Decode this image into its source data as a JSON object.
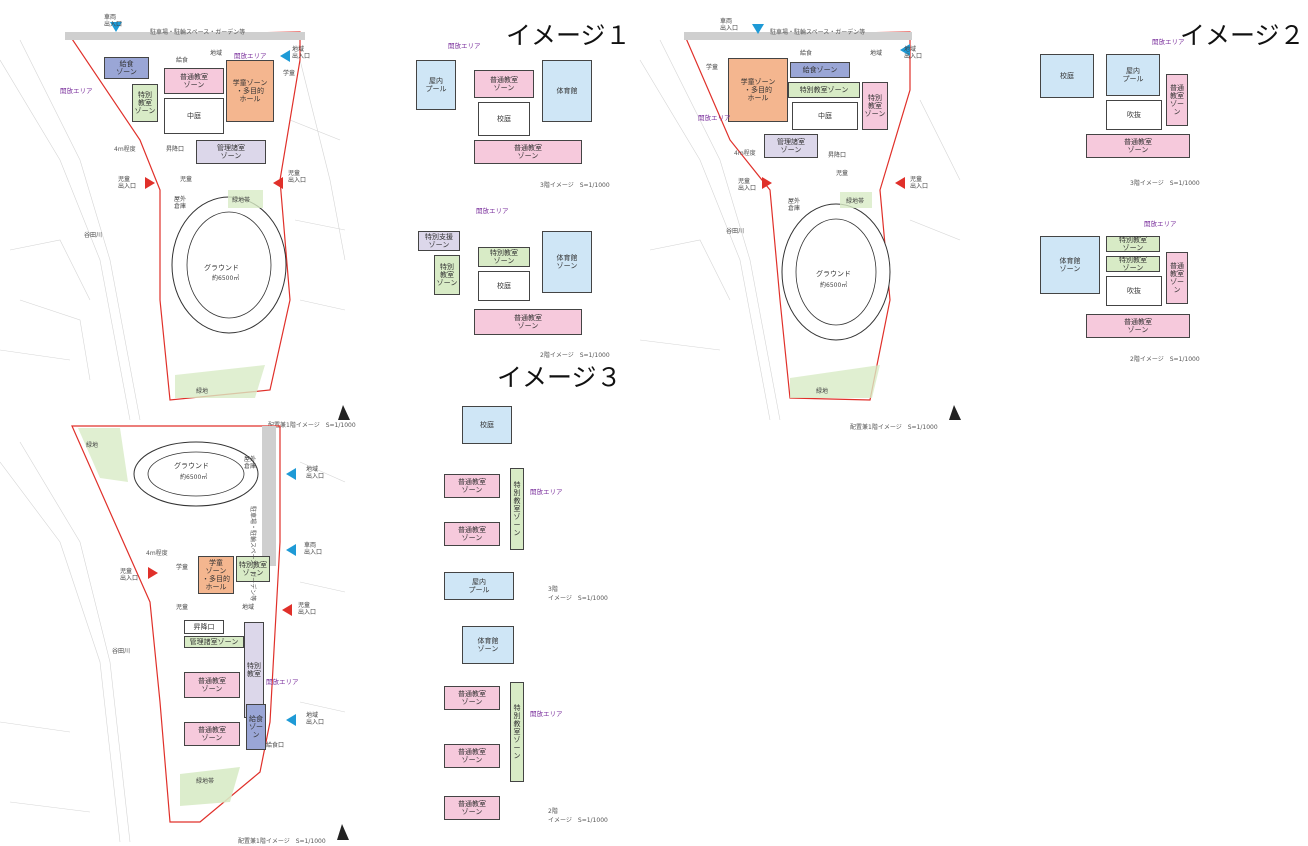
{
  "titles": {
    "image1": "イメージ１",
    "image2": "イメージ２",
    "image3": "イメージ３"
  },
  "captions": {
    "img1_3f": "3階イメージ　S=1/1000",
    "img1_2f": "2階イメージ　S=1/1000",
    "img1_site": "配置兼1階イメージ　S=1/1000",
    "img2_3f": "3階イメージ　S=1/1000",
    "img2_2f": "2階イメージ　S=1/1000",
    "img2_site": "配置兼1階イメージ　S=1/1000",
    "img3_3f": "3階\nイメージ　S=1/1000",
    "img3_2f": "2階\nイメージ　S=1/1000",
    "img3_site": "配置兼1階イメージ　S=1/1000"
  },
  "site1": {
    "top_road": "駐車場・駐輪スペース・ガーデン等",
    "car_entrance": "車両\n出入口",
    "open_area_1": "開放エリア",
    "open_area_2": "開放エリア",
    "kyushoku": "給食",
    "kyushoku_zone": "給食\nゾーン",
    "ongaku_zone": "普通教室\nゾーン",
    "gakudo_zone": "学童ゾーン\n・多目的\nホール",
    "tokubetsu_zone": "特別\n教室\nゾーン",
    "courtyard": "中庭",
    "entrance": "昇降口",
    "kankei_zone": "管理諸室\nゾーン",
    "chiiki": "地域",
    "gakudo": "学童",
    "chiiki_entrance": "地域\n出入口",
    "road_width": "4m程度",
    "jidou_left": "児童\n出入口",
    "jidou_right": "児童\n出入口",
    "jidou_gate": "児童",
    "storage": "屋外\n倉庫",
    "garden": "緑地帯",
    "ground": "グラウンド",
    "ground_area": "約6500㎡",
    "river": "谷田川",
    "ryokuchi": "緑地"
  },
  "img1_3f": {
    "open_area": "開放エリア",
    "pool": "屋内\nプール",
    "normal": "普通教室\nゾーン",
    "courtyard": "校庭",
    "gym": "体育館",
    "normal_bottom": "普通教室\nゾーン"
  },
  "img1_2f": {
    "open_area": "開放エリア",
    "support": "特別支援\nゾーン",
    "special": "特別\n教室\nゾーン",
    "science": "特別教室\nゾーン",
    "courtyard": "校庭",
    "gym": "体育館\nゾーン",
    "normal": "普通教室\nゾーン"
  },
  "site2": {
    "top_road": "駐車場・駐輪スペース・ガーデン等",
    "car_entrance": "車両\n出入口",
    "kyushoku_gate": "給食",
    "chiiki_gate": "地域",
    "chiiki_entrance": "地域\n出入口",
    "gakudo": "学童",
    "gakudo_zone": "学童ゾーン\n・多目的\nホール",
    "kyushoku_zone": "給食ゾーン",
    "tokubetsu_zone": "特別教室ゾーン",
    "special": "特別\n教室\nゾーン",
    "courtyard": "中庭",
    "kanri_zone": "管理諸室\nゾーン",
    "entrance": "昇降口",
    "open_area": "開放エリア",
    "road_width": "4m程度",
    "jidou_left": "児童\n出入口",
    "jidou_right": "児童\n出入口",
    "jidou_gate": "児童",
    "storage": "屋外\n倉庫",
    "garden": "緑地帯",
    "ground": "グラウンド",
    "ground_area": "約6500㎡",
    "river": "谷田川",
    "ryokuchi": "緑地"
  },
  "img2_3f": {
    "open_area": "開放エリア",
    "gym": "校庭",
    "pool": "屋内\nプール",
    "normal_right": "普通\n教室\nゾーン",
    "courtyard": "吹抜",
    "normal_bottom": "普通教室\nゾーン"
  },
  "img2_2f": {
    "open_area": "開放エリア",
    "gym": "体育館\nゾーン",
    "special_a": "特別教室\nゾーン",
    "special_b": "特別教室\nゾーン",
    "normal_right": "普通\n教室\nゾーン",
    "courtyard": "吹抜",
    "normal_bottom": "普通教室\nゾーン"
  },
  "site3": {
    "ryokuchi": "緑地",
    "ground": "グラウンド",
    "ground_area": "約6500㎡",
    "storage": "屋外\n倉庫",
    "parking": "駐車場・駐輪スペース・ガーデン等",
    "chiiki_entrance": "地域\n出入口",
    "car_entrance": "車両\n出入口",
    "road_width": "4m程度",
    "jidou_left": "児童\n出入口",
    "jidou_right": "児童\n出入口",
    "gakudo": "学童",
    "gakudo_zone": "学童\nゾーン\n・多目的ホール",
    "special_small": "特別教室\nゾーン",
    "jidou_gate": "児童",
    "chiiki_gate": "地域",
    "entrance": "昇降口",
    "kanri": "管理諸室ゾーン",
    "normal_a": "普通教室\nゾーン",
    "special_b": "特別\n教室",
    "open_area": "開放エリア",
    "kyushoku": "給食\nゾーン",
    "normal_b": "普通教室\nゾーン",
    "kyushoku_gate": "給食口",
    "chiiki_entrance_b": "地域\n出入口",
    "river": "谷田川",
    "garden": "緑地帯"
  },
  "img3_3f": {
    "gym": "校庭",
    "normal_a": "普通教室\nゾーン",
    "normal_b": "普通教室\nゾーン",
    "pool": "屋内\nプール",
    "special": "特別教室ゾーン",
    "open_area": "開放エリア"
  },
  "img3_2f": {
    "gym": "体育館\nゾーン",
    "normal_a": "普通教室\nゾーン",
    "normal_b": "普通教室\nゾーン",
    "normal_c": "普通教室\nゾーン",
    "special": "特別教室ゾーン",
    "open_area": "開放エリア"
  },
  "colors": {
    "normal": "#f6c9dc",
    "special": "#d8ebc6",
    "gym": "#cfe6f6",
    "gakudo": "#f4b68f",
    "kanri": "#dcd7ea",
    "kyushoku": "#9aa6d6",
    "boundary": "#e0302a",
    "open_area": "#7a2f9c",
    "arrow_red": "#e0302a",
    "arrow_blue": "#1e9ad6"
  }
}
